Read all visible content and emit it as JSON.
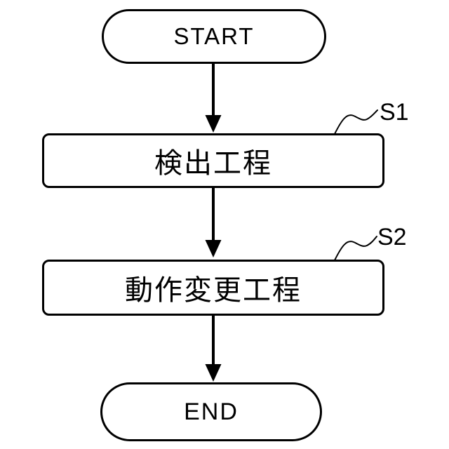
{
  "diagram": {
    "type": "flowchart",
    "background_color": "#ffffff",
    "stroke_color": "#000000",
    "nodes": {
      "start": {
        "shape": "pill",
        "label": "START"
      },
      "step1": {
        "shape": "process-rect",
        "label": "検出工程",
        "tag": "S1"
      },
      "step2": {
        "shape": "process-rect",
        "label": "動作変更工程",
        "tag": "S2"
      },
      "end": {
        "shape": "pill",
        "label": "END"
      }
    },
    "edges": [
      {
        "from": "start",
        "to": "step1",
        "style": "solid-arrow"
      },
      {
        "from": "step1",
        "to": "step2",
        "style": "solid-arrow"
      },
      {
        "from": "step2",
        "to": "end",
        "style": "solid-arrow"
      }
    ],
    "leaders": [
      {
        "tag": "S1",
        "attached_to": "step1",
        "style": "wavy-line"
      },
      {
        "tag": "S2",
        "attached_to": "step2",
        "style": "wavy-line"
      }
    ]
  }
}
